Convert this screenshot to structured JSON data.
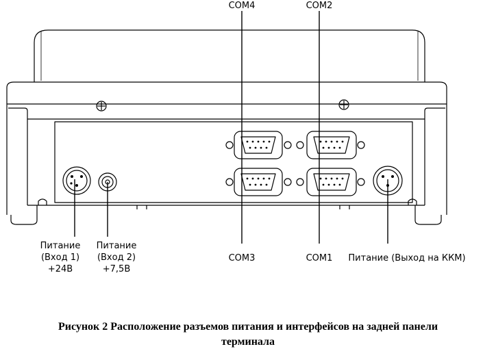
{
  "labels": {
    "com4": "COM4",
    "com2": "COM2",
    "com3": "COM3",
    "com1": "COM1",
    "power_in1": [
      "Питание",
      "(Вход 1)",
      "+24В"
    ],
    "power_in2": [
      "Питание",
      "(Вход 2)",
      "+7,5В"
    ],
    "power_out": "Питание (Выход на ККМ)"
  },
  "caption": {
    "line1": "Рисунок 2 Расположение разъемов питания и интерфейсов на задней панели",
    "line2": "терминала"
  }
}
